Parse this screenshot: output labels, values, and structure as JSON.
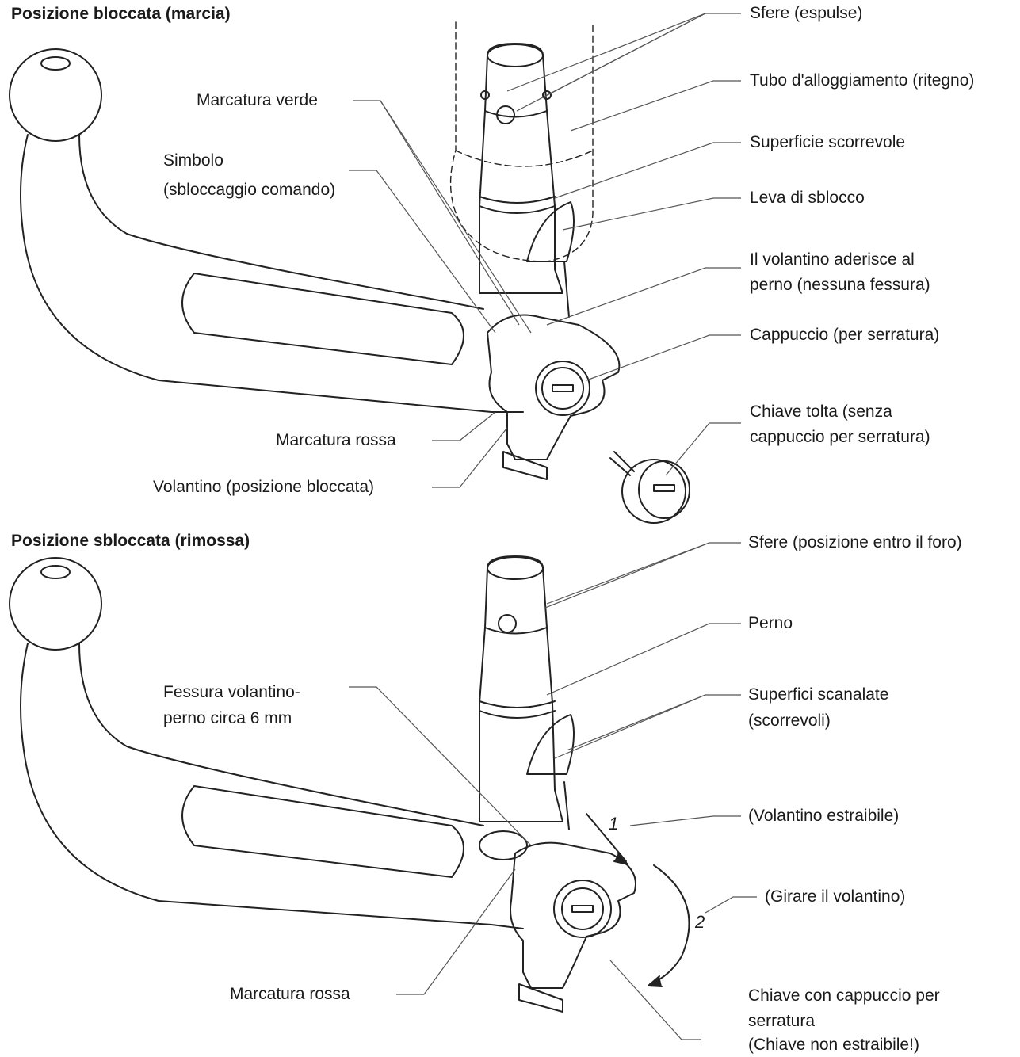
{
  "top": {
    "title": "Posizione bloccata (marcia)",
    "labels": {
      "sfere": "Sfere (espulse)",
      "tubo": "Tubo d'alloggiamento (ritegno)",
      "superficie": "Superficie scorrevole",
      "leva": "Leva di sblocco",
      "volantino_aderisce_1": "Il volantino aderisce al",
      "volantino_aderisce_2": "perno (nessuna fessura)",
      "cappuccio": "Cappuccio (per serratura)",
      "chiave_tolta_1": "Chiave tolta (senza",
      "chiave_tolta_2": "cappuccio per serratura)",
      "marcatura_verde": "Marcatura verde",
      "simbolo_1": "Simbolo",
      "simbolo_2": "(sbloccaggio comando)",
      "marcatura_rossa": "Marcatura rossa",
      "volantino_bloccata": "Volantino (posizione bloccata)"
    }
  },
  "bottom": {
    "title": "Posizione sbloccata (rimossa)",
    "labels": {
      "sfere": "Sfere (posizione entro il foro)",
      "perno": "Perno",
      "superfici_1": "Superfici scanalate",
      "superfici_2": "(scorrevoli)",
      "volantino_estraibile": "(Volantino estraibile)",
      "girare": "(Girare il volantino)",
      "chiave_1": "Chiave con cappuccio per",
      "chiave_2": "serratura",
      "chiave_3": "(Chiave non estraibile!)",
      "fessura_1": "Fessura volantino-",
      "fessura_2": "perno circa 6 mm",
      "marcatura_rossa": "Marcatura rossa",
      "step1": "1",
      "step2": "2"
    }
  }
}
